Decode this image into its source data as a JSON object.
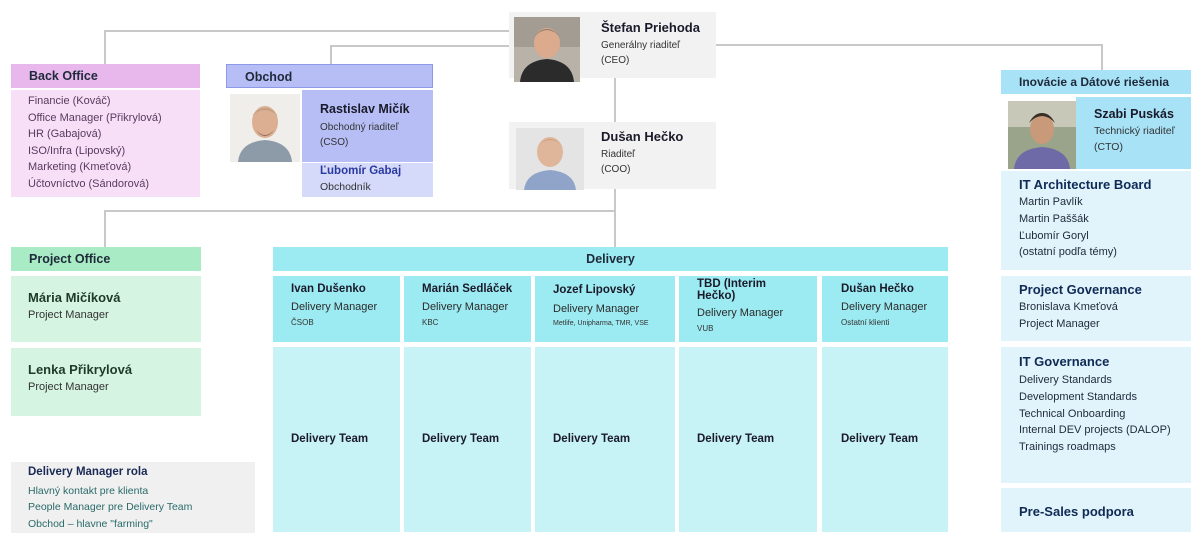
{
  "ceo": {
    "name": "Štefan Priehoda",
    "role": "Generálny riaditeľ",
    "abbr": "(CEO)"
  },
  "coo": {
    "name": "Dušan Hečko",
    "role": "Riaditeľ",
    "abbr": "(COO)"
  },
  "back_office": {
    "title": "Back Office",
    "items": [
      "Financie (Kováč)",
      "Office Manager (Přikrylová)",
      "HR (Gabajová)",
      "ISO/Infra (Lipovský)",
      "Marketing (Kmeťová)",
      "Účtovníctvo (Sándorová)"
    ]
  },
  "obchod": {
    "title": "Obchod",
    "cso_name": "Rastislav Mičík",
    "cso_role": "Obchodný riaditeľ",
    "cso_abbr": "(CSO)",
    "sales_name": "Ľubomír Gabaj",
    "sales_role": "Obchodník"
  },
  "innovation": {
    "title": "Inovácie a Dátové riešenia",
    "cto_name": "Szabi Puskás",
    "cto_role": "Technický riaditeľ",
    "cto_abbr": "(CTO)"
  },
  "project_office": {
    "title": "Project Office",
    "pms": [
      {
        "name": "Mária Mičíková",
        "role": "Project Manager"
      },
      {
        "name": "Lenka Přikrylová",
        "role": "Project Manager"
      }
    ]
  },
  "delivery_manager_role": {
    "title": "Delivery Manager rola",
    "items": [
      "Hlavný kontakt pre klienta",
      "People Manager pre Delivery Team",
      "Obchod – hlavne \"farming\""
    ]
  },
  "delivery": {
    "title": "Delivery",
    "managers": [
      {
        "name": "Ivan Dušenko",
        "role": "Delivery Manager",
        "client": "ČSOB",
        "team": "Delivery Team"
      },
      {
        "name": "Marián Sedláček",
        "role": "Delivery Manager",
        "client": "KBC",
        "team": "Delivery Team"
      },
      {
        "name": "Jozef Lipovský",
        "role": "Delivery Manager",
        "client": "Metlife, Unipharma, TMR, VSE",
        "team": "Delivery Team"
      },
      {
        "name": "TBD (Interim Hečko)",
        "role": "Delivery Manager",
        "client": "VUB",
        "team": "Delivery Team"
      },
      {
        "name": "Dušan Hečko",
        "role": "Delivery Manager",
        "client": "Ostatní klienti",
        "team": "Delivery Team"
      }
    ]
  },
  "it_architecture": {
    "title": "IT Architecture Board",
    "items": [
      "Martin Pavlík",
      "Martin Paššák",
      "Ľubomír Goryl",
      "(ostatní podľa témy)"
    ]
  },
  "project_governance": {
    "title": "Project Governance",
    "items": [
      "Bronislava Kmeťová",
      "Project Manager"
    ]
  },
  "it_governance": {
    "title": "IT Governance",
    "items": [
      "Delivery Standards",
      "Development Standards",
      "Technical Onboarding",
      "Internal DEV projects (DALOP)",
      "Trainings roadmaps"
    ]
  },
  "presales": {
    "title": "Pre-Sales podpora"
  },
  "colors": {
    "back_office_header": "#e8b7ec",
    "back_office_body": "#f6dff7",
    "obchod_header": "#b6bef5",
    "obchod_body": "#d6dafa",
    "teal_header": "#9debf2",
    "teal_body": "#c8f3f6",
    "project_office_header": "#a8ebc4",
    "project_office_body": "#d6f4e2",
    "innovation_header": "#a7e2f6",
    "innovation_body": "#e1f3fb"
  }
}
